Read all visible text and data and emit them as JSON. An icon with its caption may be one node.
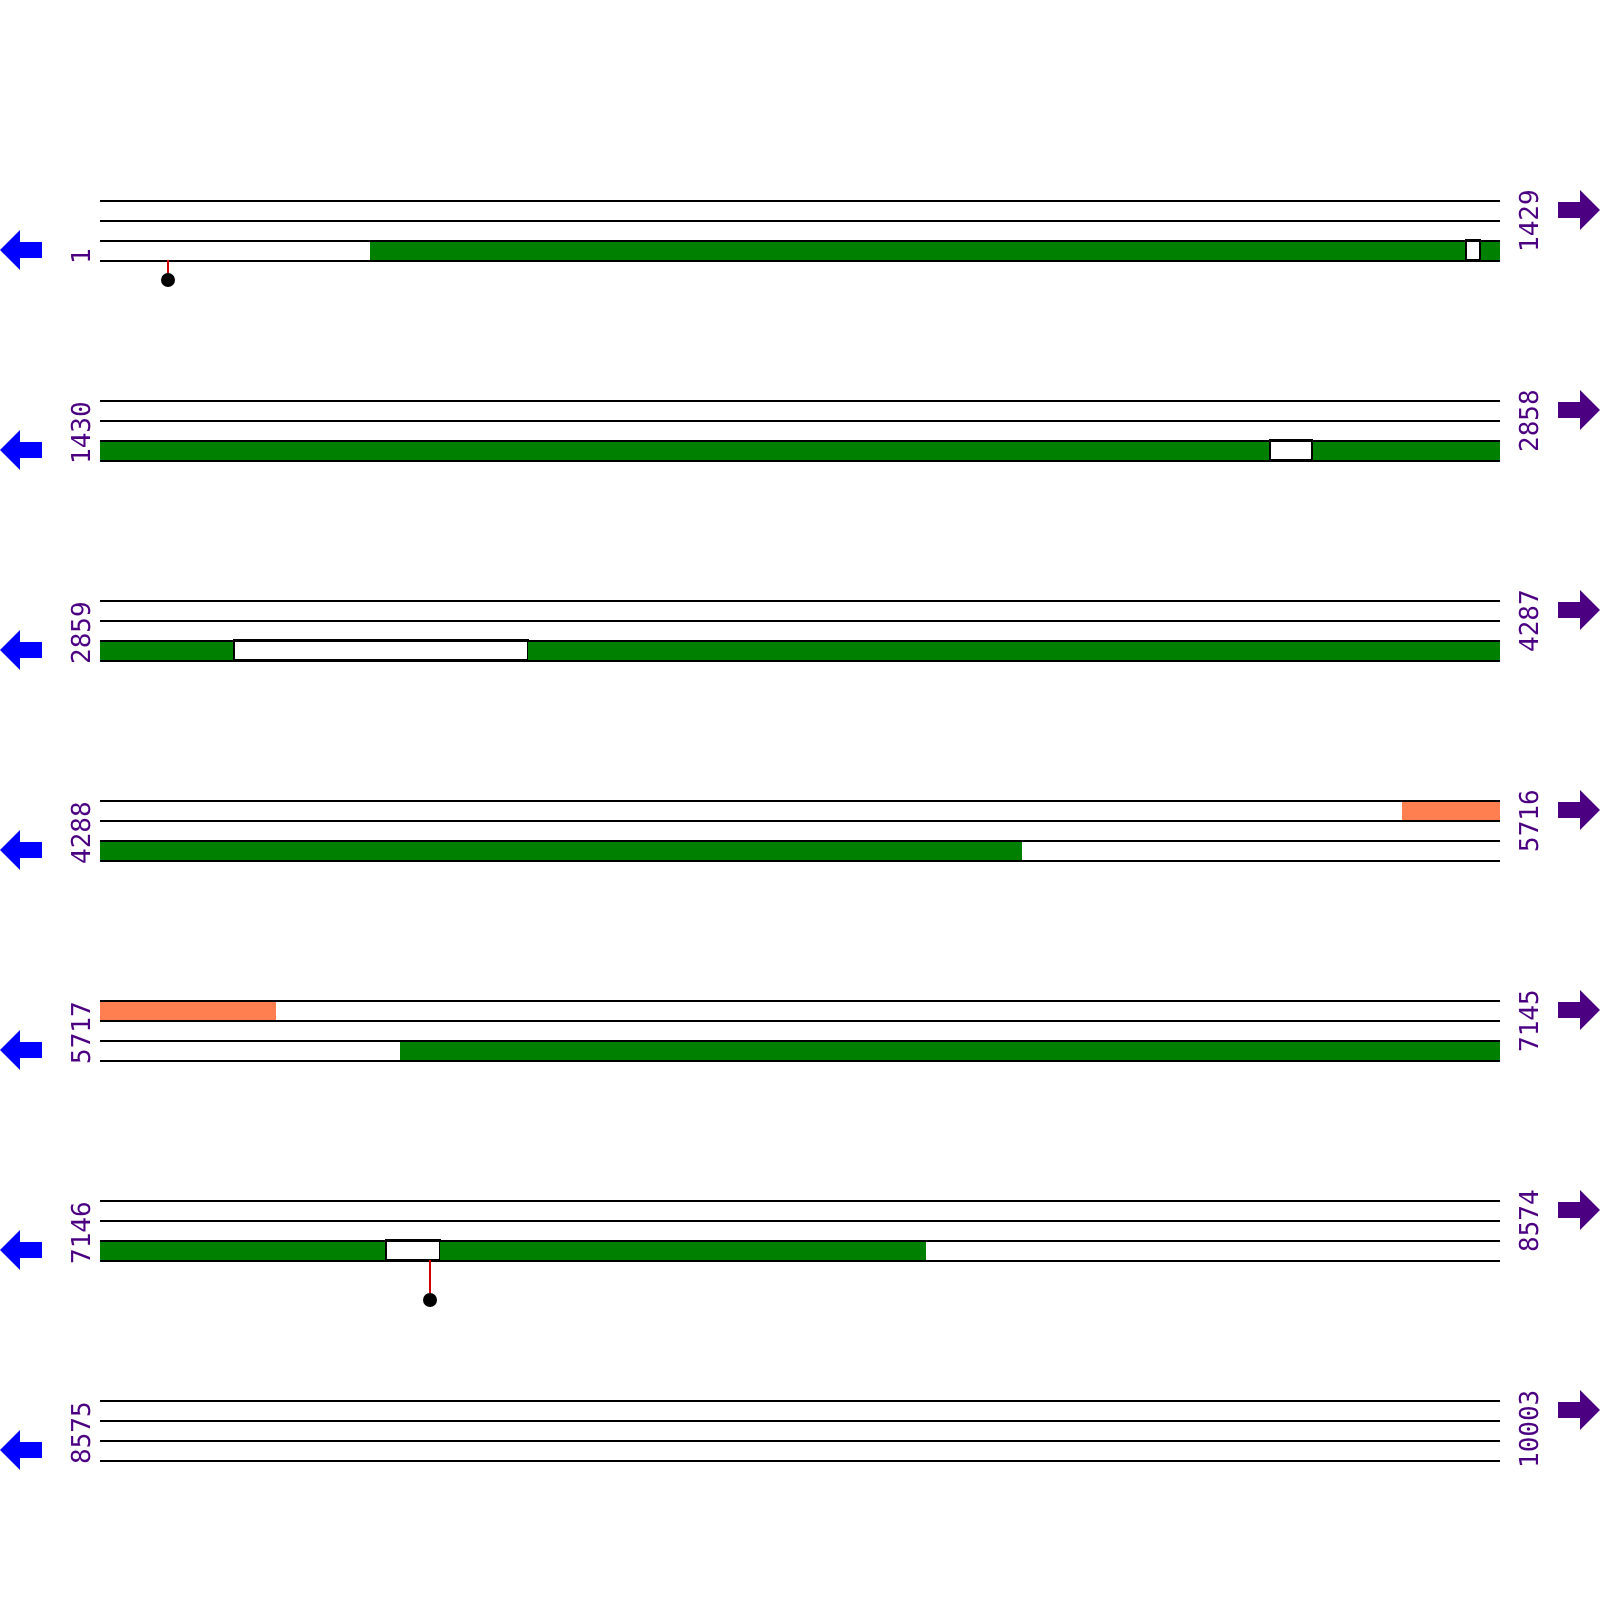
{
  "diagram": {
    "labels": [
      "1",
      "1429",
      "1430",
      "2858",
      "2859",
      "4287",
      "4288",
      "5716",
      "5717",
      "7145",
      "7146",
      "8574",
      "8575",
      "10003"
    ]
  }
}
